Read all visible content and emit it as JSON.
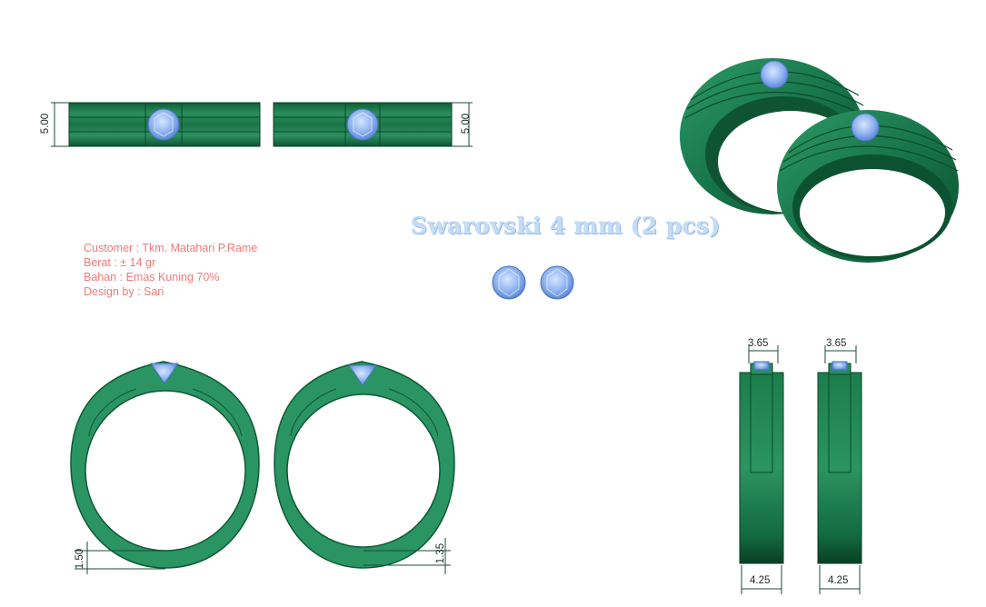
{
  "info": {
    "customer": "Customer : Tkm. Matahari P.Rame",
    "weight": "Berat : ± 14 gr",
    "material": "Bahan : Emas Kuning 70%",
    "designer": "Design by : Sari"
  },
  "stone_title": "Swarovski 4 mm (2 pcs)",
  "dimensions": {
    "top_view_height_left": "5.00",
    "top_view_height_right": "5.00",
    "front_bottom_left": "1.50",
    "front_bottom_right": "1.35",
    "side_top_left": "3.65",
    "side_top_right": "3.65",
    "side_bottom_left": "4.25",
    "side_bottom_right": "4.25"
  },
  "colors": {
    "ring_green": "#1f7a4d",
    "ring_dark": "#0d5a34",
    "ring_light": "#3aa06b",
    "stone_blue": "#8fb3ef",
    "info_text": "#f07a7a",
    "title_text": "#c5dcf6"
  }
}
